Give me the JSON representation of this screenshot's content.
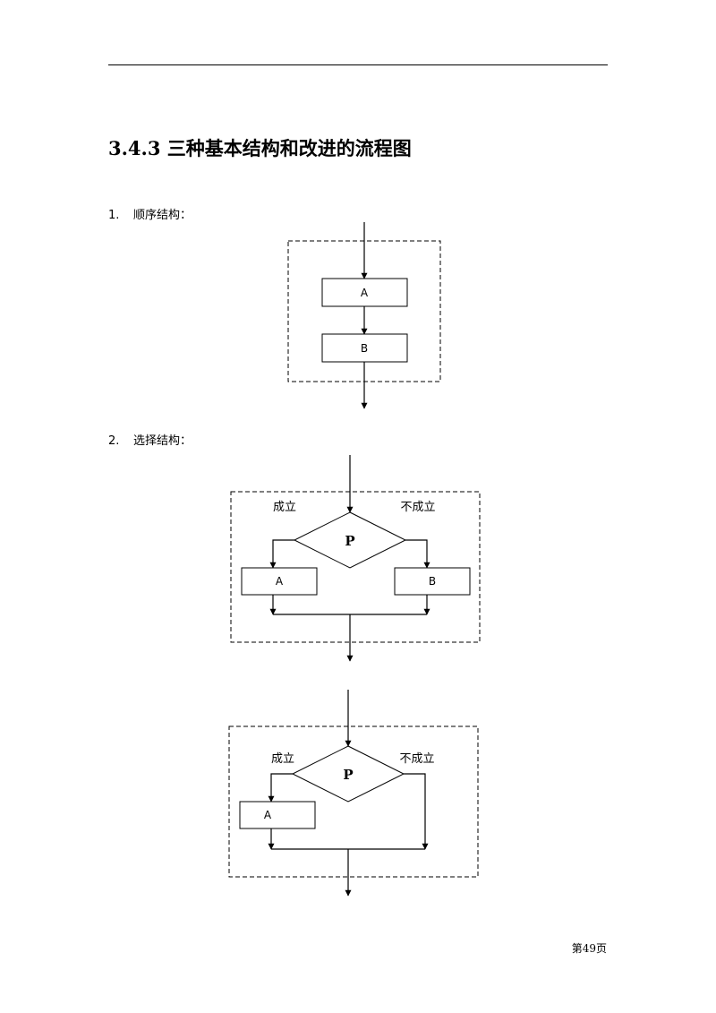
{
  "section": {
    "title": "3.4.3 三种基本结构和改进的流程图"
  },
  "items": [
    {
      "number": "1.",
      "label": "顺序结构："
    },
    {
      "number": "2.",
      "label": "选择结构："
    }
  ],
  "sequence_diagram": {
    "box_a": "A",
    "box_b": "B"
  },
  "selection_diagram_1": {
    "condition": "P",
    "true_label": "成立",
    "false_label": "不成立",
    "box_a": "A",
    "box_b": "B"
  },
  "selection_diagram_2": {
    "condition": "P",
    "true_label": "成立",
    "false_label": "不成立",
    "box_a": "A"
  },
  "footer": {
    "page_number": "第49页"
  }
}
